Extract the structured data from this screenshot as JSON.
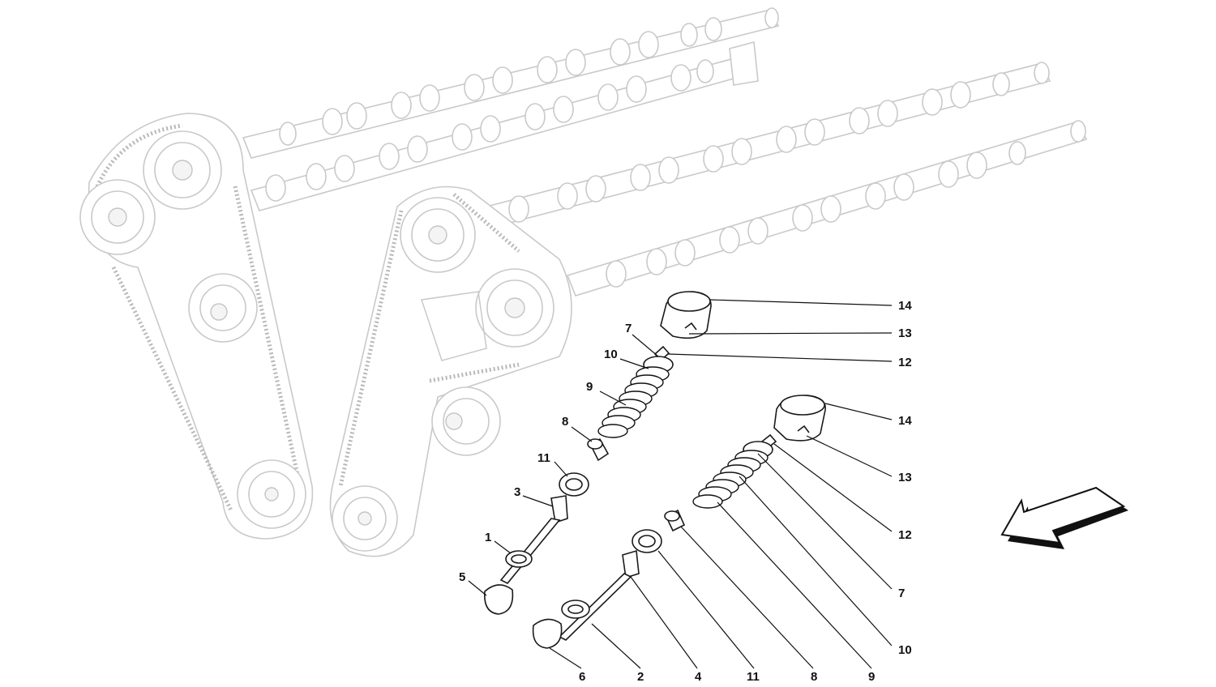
{
  "callouts": {
    "c14a": "14",
    "c13a": "13",
    "c12a": "12",
    "c7a": "7",
    "c10a": "10",
    "c9a": "9",
    "c8a": "8",
    "c11a": "11",
    "c3": "3",
    "c1": "1",
    "c5": "5",
    "c14b": "14",
    "c13b": "13",
    "c12b": "12",
    "c7b": "7",
    "c10b": "10",
    "c6": "6",
    "c2": "2",
    "c4": "4",
    "c11b": "11",
    "c8b": "8",
    "c9b": "9"
  },
  "direction_arrow": {
    "icon": "front-direction-arrow-icon"
  }
}
